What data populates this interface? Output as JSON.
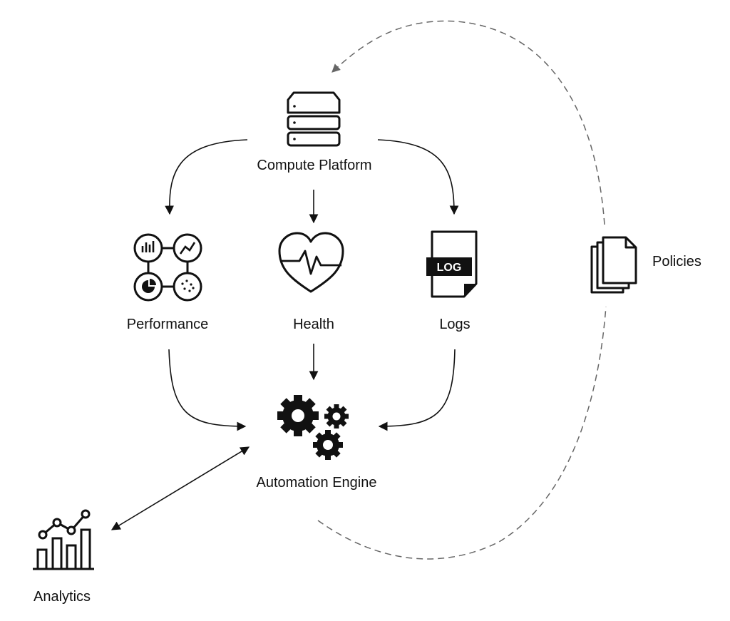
{
  "nodes": {
    "compute": {
      "label": "Compute Platform",
      "icon": "server-icon"
    },
    "performance": {
      "label": "Performance",
      "icon": "dashboard-metrics-icon"
    },
    "health": {
      "label": "Health",
      "icon": "heartbeat-icon"
    },
    "logs": {
      "label": "Logs",
      "icon": "log-file-icon",
      "badge": "LOG"
    },
    "automation": {
      "label": "Automation Engine",
      "icon": "gears-icon"
    },
    "policies": {
      "label": "Policies",
      "icon": "documents-icon"
    },
    "analytics": {
      "label": "Analytics",
      "icon": "analytics-chart-icon"
    }
  },
  "edges": [
    {
      "from": "compute",
      "to": "performance",
      "style": "solid"
    },
    {
      "from": "compute",
      "to": "health",
      "style": "solid"
    },
    {
      "from": "compute",
      "to": "logs",
      "style": "solid"
    },
    {
      "from": "performance",
      "to": "automation",
      "style": "solid"
    },
    {
      "from": "health",
      "to": "automation",
      "style": "solid"
    },
    {
      "from": "logs",
      "to": "automation",
      "style": "solid"
    },
    {
      "from": "analytics",
      "to": "automation",
      "style": "solid",
      "bidirectional": true
    },
    {
      "from": "automation",
      "to": "compute",
      "style": "dashed",
      "via": "policies"
    }
  ],
  "colors": {
    "stroke": "#111111",
    "dashed": "#666666",
    "background": "#ffffff"
  }
}
